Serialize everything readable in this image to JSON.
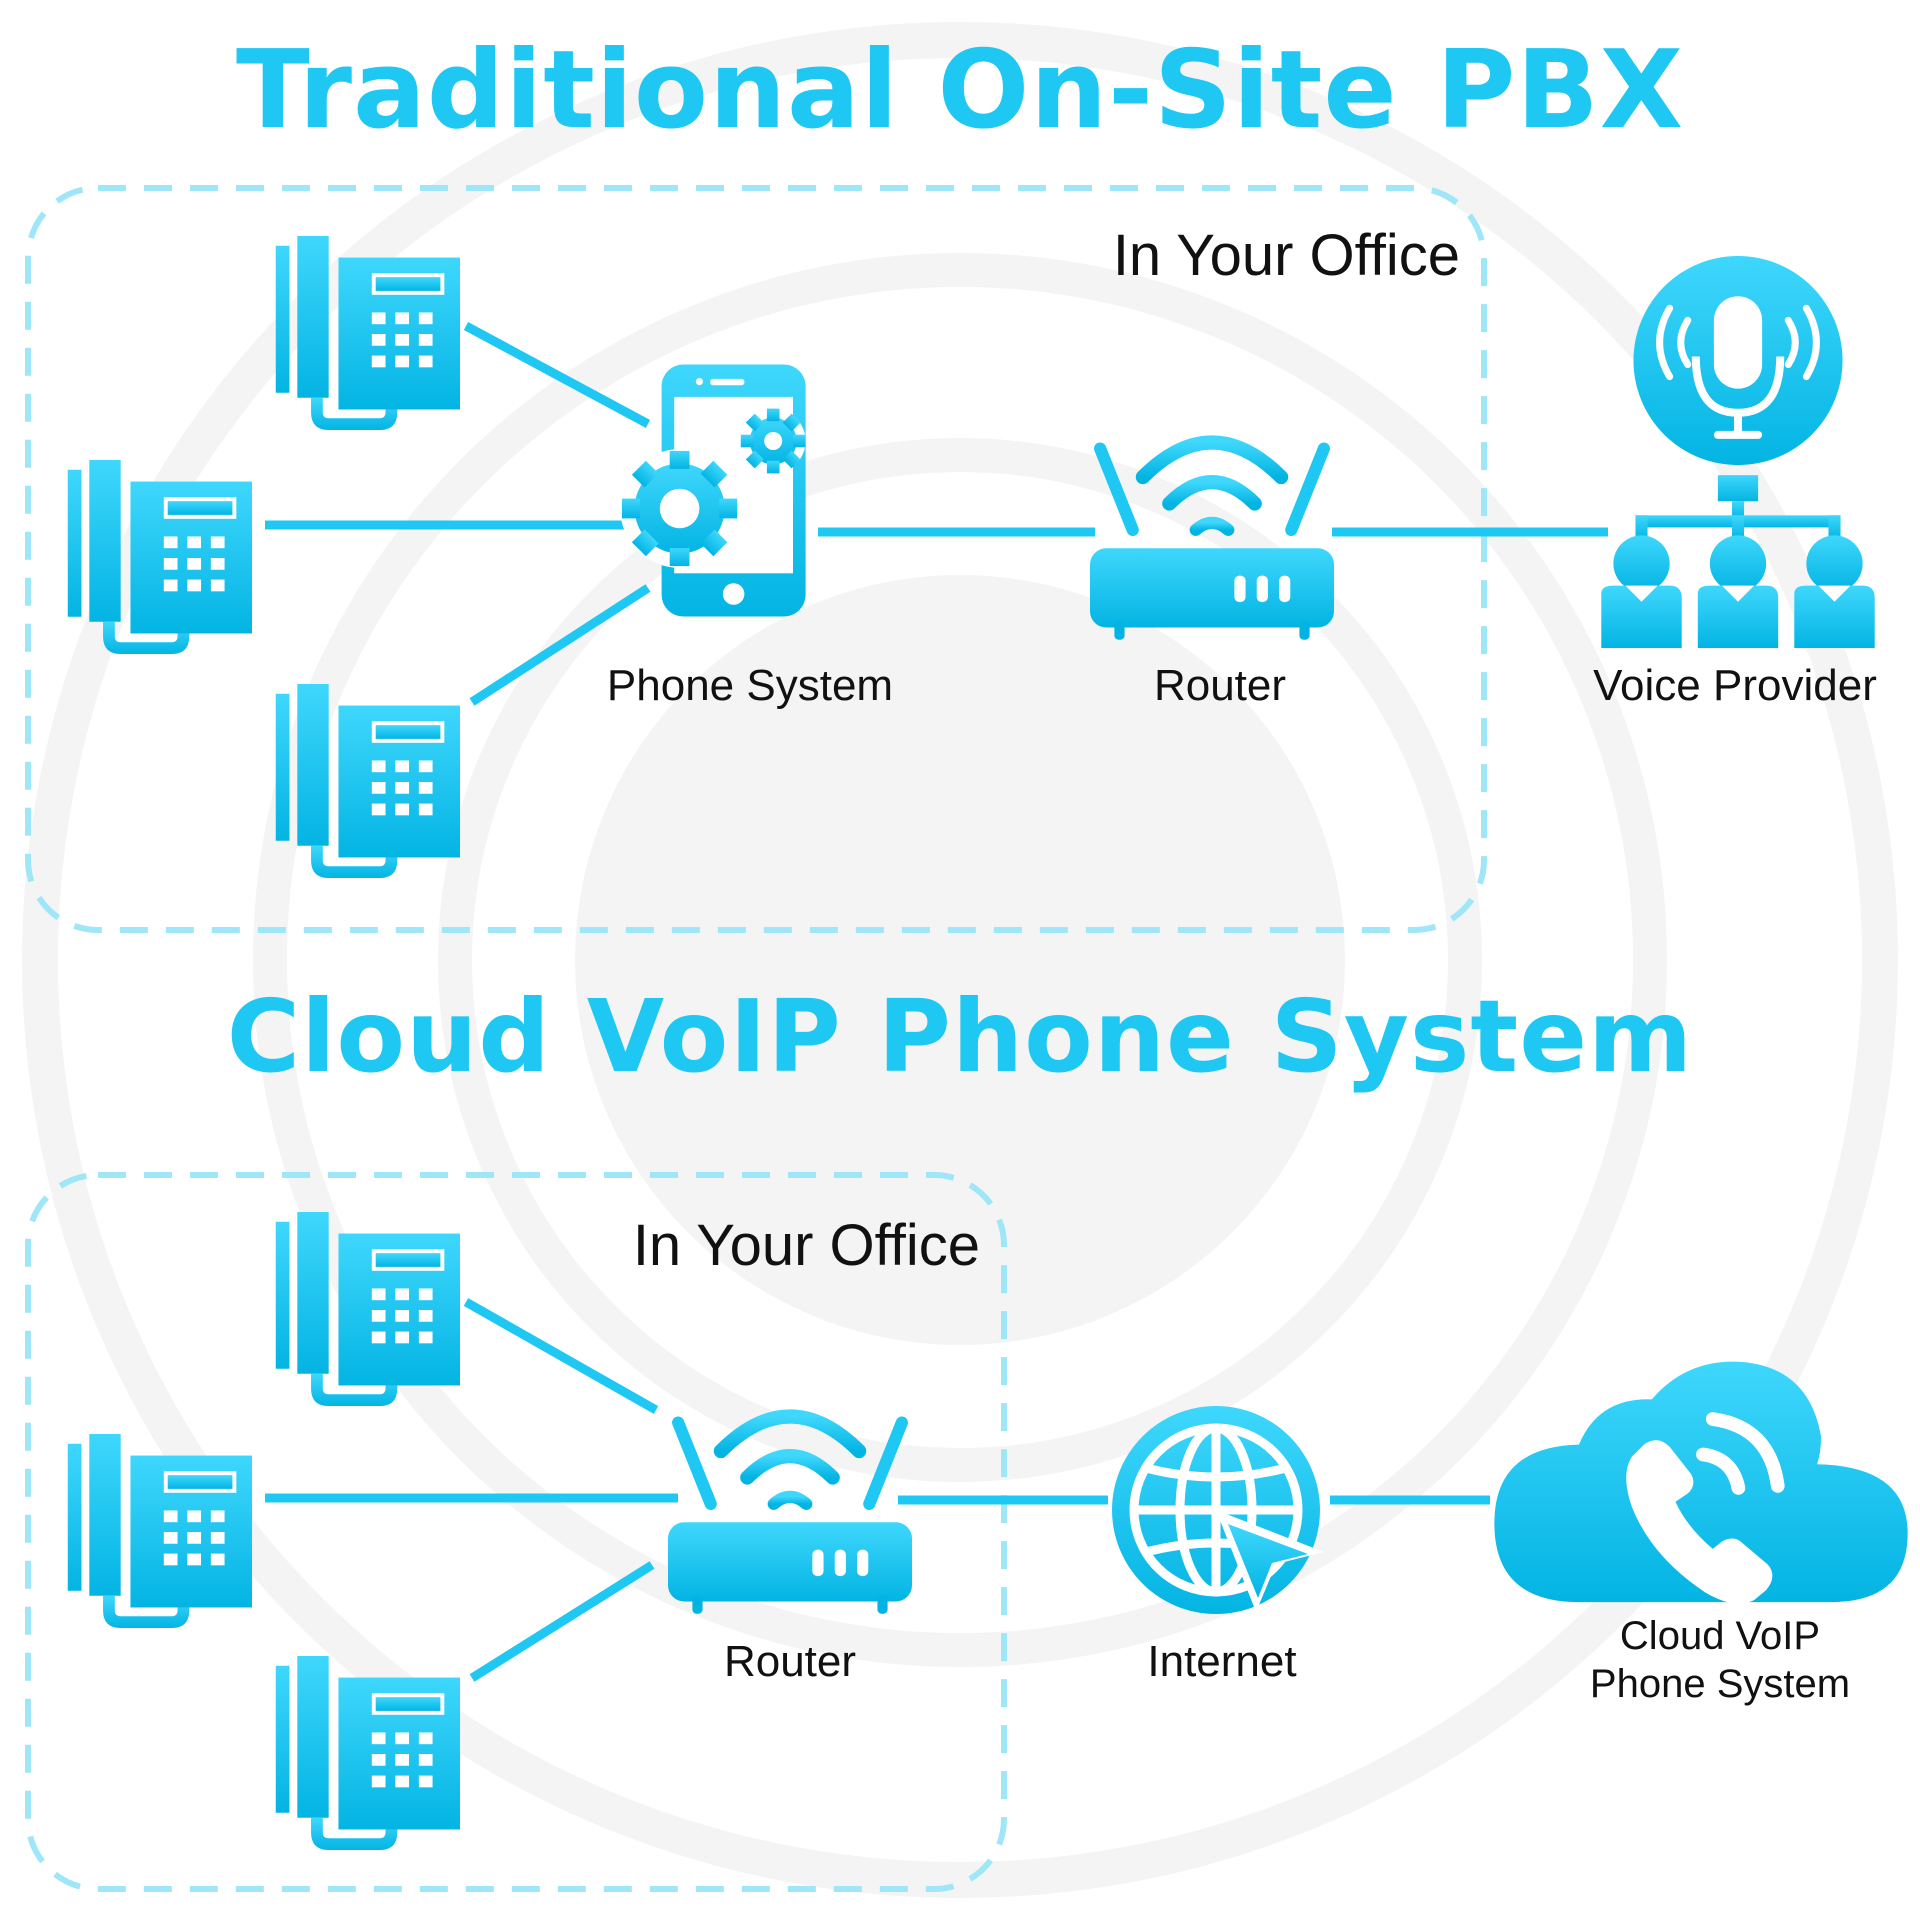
{
  "titles": {
    "traditional": "Traditional On-Site PBX",
    "cloud": "Cloud VoIP Phone System"
  },
  "traditional": {
    "office_label": "In Your Office",
    "phone_system_label": "Phone System",
    "router_label": "Router",
    "voice_provider_label": "Voice Provider"
  },
  "cloud": {
    "office_label": "In Your Office",
    "router_label": "Router",
    "internet_label": "Internet",
    "cloud_label_line1": "Cloud VoIP",
    "cloud_label_line2": "Phone System"
  },
  "colors": {
    "accent": "#1ec8f2",
    "accent_dark": "#00b2e2",
    "box_dash": "#9ee6f8",
    "rings": "#f4f4f4",
    "text": "#111111"
  },
  "icons": [
    "desk-phone-icon",
    "phone-settings-icon",
    "router-icon",
    "voice-provider-icon",
    "globe-cursor-icon",
    "cloud-phone-icon"
  ]
}
